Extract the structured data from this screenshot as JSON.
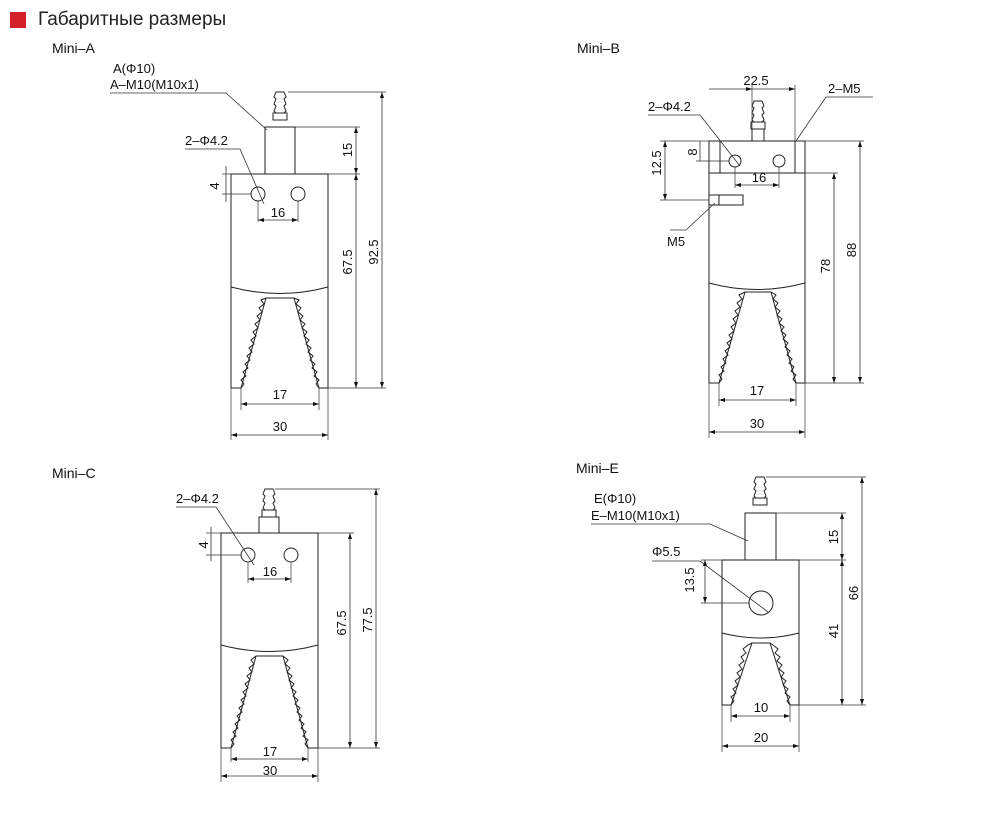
{
  "header": {
    "title": "Габаритные размеры",
    "marker_color": "#d4202a"
  },
  "mini_a": {
    "name": "Mini–A",
    "port_label": "A(Φ10)",
    "thread_label": "A–M10(M10x1)",
    "holes_label": "2–Φ4.2",
    "dim_4": "4",
    "dim_16": "16",
    "dim_15": "15",
    "dim_67_5": "67.5",
    "dim_92_5": "92.5",
    "dim_17": "17",
    "dim_30": "30"
  },
  "mini_b": {
    "name": "Mini–B",
    "dim_22_5": "22.5",
    "holes_label": "2–Φ4.2",
    "threads_label": "2–M5",
    "dim_8": "8",
    "dim_12_5": "12.5",
    "dim_16": "16",
    "m5_label": "M5",
    "dim_78": "78",
    "dim_88": "88",
    "dim_17": "17",
    "dim_30": "30"
  },
  "mini_c": {
    "name": "Mini–C",
    "holes_label": "2–Φ4.2",
    "dim_4": "4",
    "dim_16": "16",
    "dim_67_5": "67.5",
    "dim_77_5": "77.5",
    "dim_17": "17",
    "dim_30": "30"
  },
  "mini_e": {
    "name": "Mini–E",
    "port_label": "E(Φ10)",
    "thread_label": "E–M10(M10x1)",
    "hole_label": "Φ5.5",
    "dim_13_5": "13.5",
    "dim_15": "15",
    "dim_41": "41",
    "dim_66": "66",
    "dim_10": "10",
    "dim_20": "20"
  }
}
